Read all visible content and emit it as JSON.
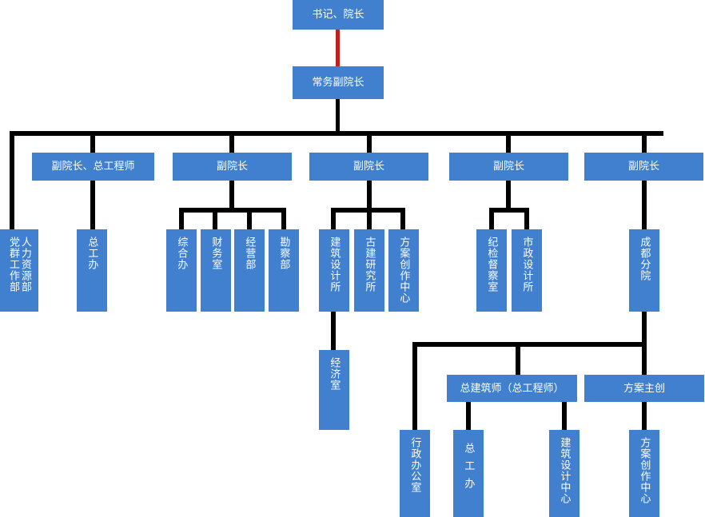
{
  "meta": {
    "title": "组织架构图",
    "colors": {
      "node_fill": "#4180CE",
      "node_text": "#FFFFFF",
      "connector": "#000000",
      "highlight_connector": "#C0201E",
      "background": "#FFFFFF"
    }
  },
  "nodes": {
    "root": "书记、院长",
    "executive_vp": "常务副院长",
    "vp_chief_engineer": "副院长、总工程师",
    "vp_2": "副院长",
    "vp_3": "副院长",
    "vp_4": "副院长",
    "vp_5": "副院长",
    "hr_party": "人力资源部\n党群工作部",
    "hr_dept": "人力资源部",
    "party_dept": "党群工作部",
    "chief_eng_office": "总工办",
    "general_office": "综合办",
    "finance_office": "财务室",
    "operations_dept": "经营部",
    "survey_dept": "勘察部",
    "arch_design_institute": "建筑设计所",
    "ancient_arch_institute": "古建研究所",
    "scheme_creation_center": "方案创作中心",
    "economics_office": "经济室",
    "discipline_inspection": "纪检督察室",
    "municipal_design_institute": "市政设计所",
    "chengdu_branch": "成都分院",
    "chief_architect": "总建筑师（总工程师）",
    "scheme_lead": "方案主创",
    "admin_office": "行政办公室",
    "branch_chief_eng_office": "总工办",
    "arch_design_center": "建筑设计中心",
    "branch_scheme_center": "方案创作中心"
  }
}
